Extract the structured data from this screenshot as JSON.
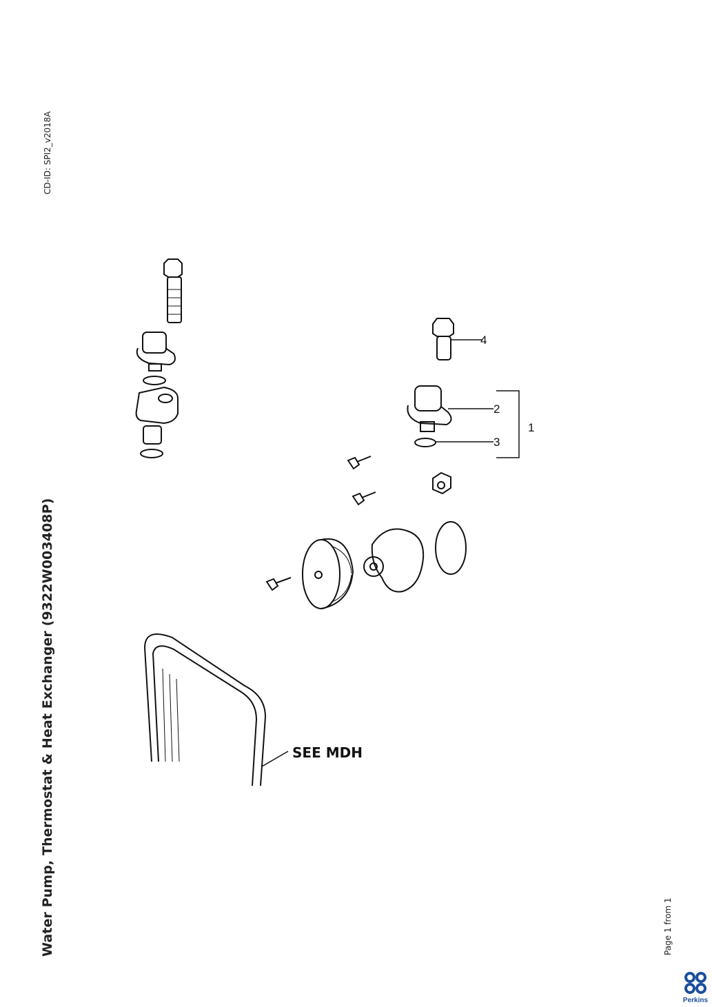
{
  "document": {
    "title": "Water Pump, Thermostat & Heat Exchanger (9322W003408P)",
    "cd_id": "CD-ID: SPI2_v2018A",
    "page_label": "Page 1 from 1",
    "brand": "Perkins",
    "brand_color": "#1a4f9c"
  },
  "diagram": {
    "callouts": [
      "1",
      "2",
      "3",
      "4"
    ],
    "note": "SEE MDH"
  }
}
